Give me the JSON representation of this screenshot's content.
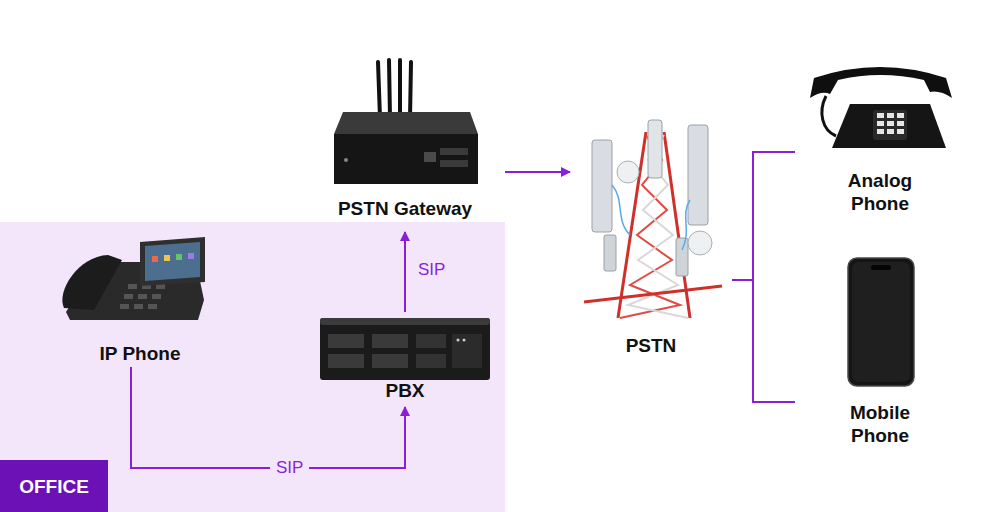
{
  "diagram": {
    "nodes": [
      {
        "text": [
          "OFFICE"
        ]
      },
      {
        "text": [
          "IP Phone"
        ],
        "in": 0
      },
      {
        "text": [
          "PBX"
        ],
        "in": 0
      },
      {
        "text": [
          "PSTN Gateway"
        ]
      },
      {
        "text": [
          "PSTN"
        ]
      },
      {
        "text": [
          "Analog Phone"
        ]
      },
      {
        "text": [
          "Mobile Phone"
        ]
      }
    ],
    "edges": [
      {
        "from": 1,
        "to": 2,
        "arrow": "to",
        "label": "SIP"
      },
      {
        "from": 2,
        "to": 3,
        "arrow": "to",
        "label": "SIP"
      },
      {
        "from": 3,
        "to": 4,
        "arrow": "to"
      },
      {
        "from": 4,
        "to": 5,
        "arrow": "none"
      },
      {
        "from": 4,
        "to": 6,
        "arrow": "none"
      }
    ]
  }
}
